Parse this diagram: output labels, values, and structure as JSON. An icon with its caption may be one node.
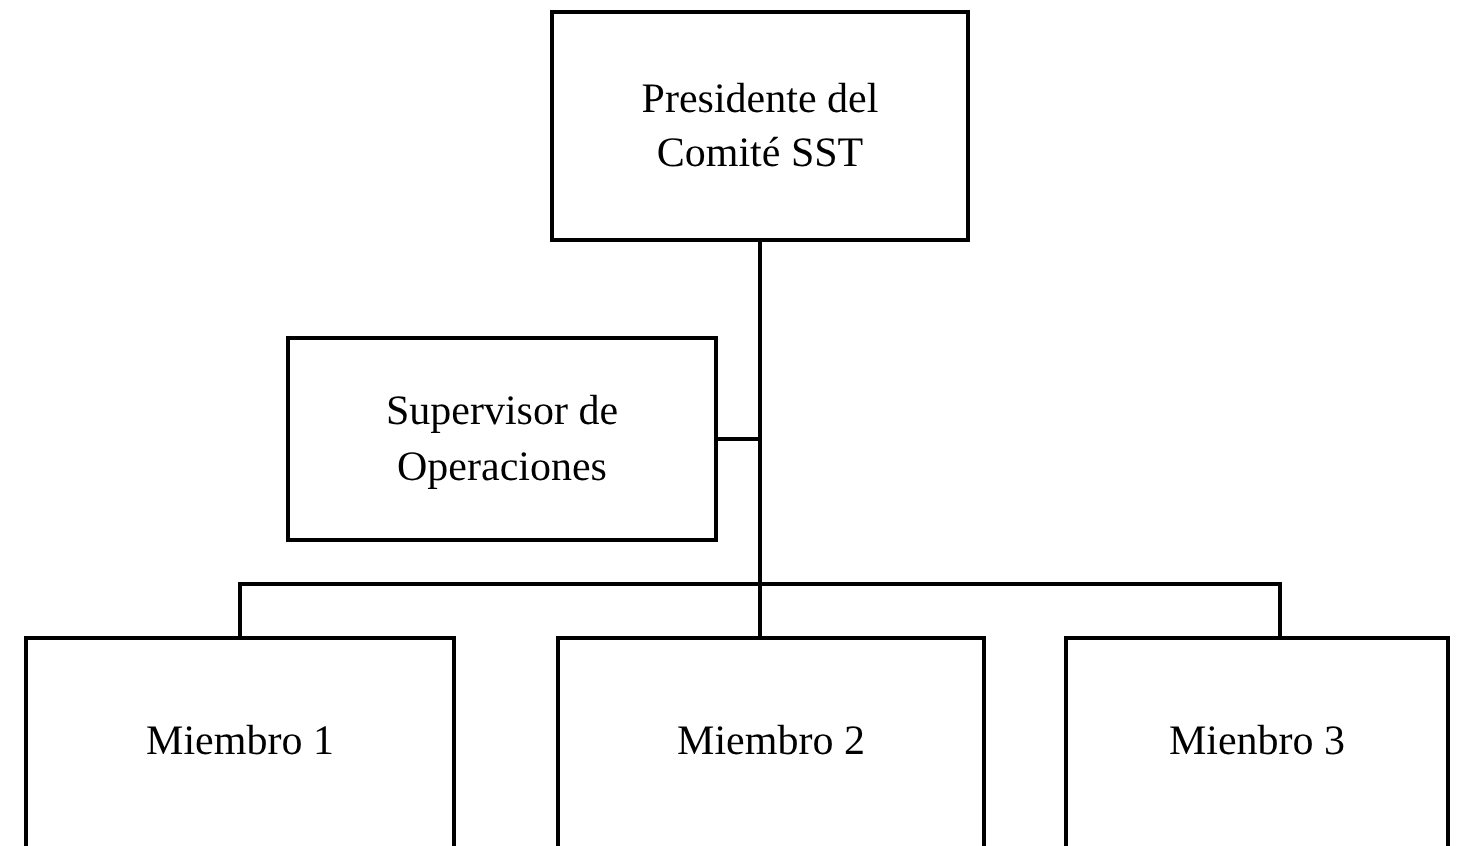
{
  "diagram": {
    "nodes": [
      {
        "text": [
          "Presidente del Comité SST"
        ]
      },
      {
        "text": [
          "Supervisor de Operaciones"
        ]
      },
      {
        "text": [
          "Miembro 1"
        ]
      },
      {
        "text": [
          "Miembro 2"
        ]
      },
      {
        "text": [
          "Mienbro 3"
        ]
      }
    ],
    "edges": [
      {
        "from": 0,
        "to": 1,
        "arrow": "none"
      },
      {
        "from": 0,
        "to": 2,
        "arrow": "none"
      },
      {
        "from": 0,
        "to": 3,
        "arrow": "none"
      },
      {
        "from": 0,
        "to": 4,
        "arrow": "none"
      }
    ]
  }
}
